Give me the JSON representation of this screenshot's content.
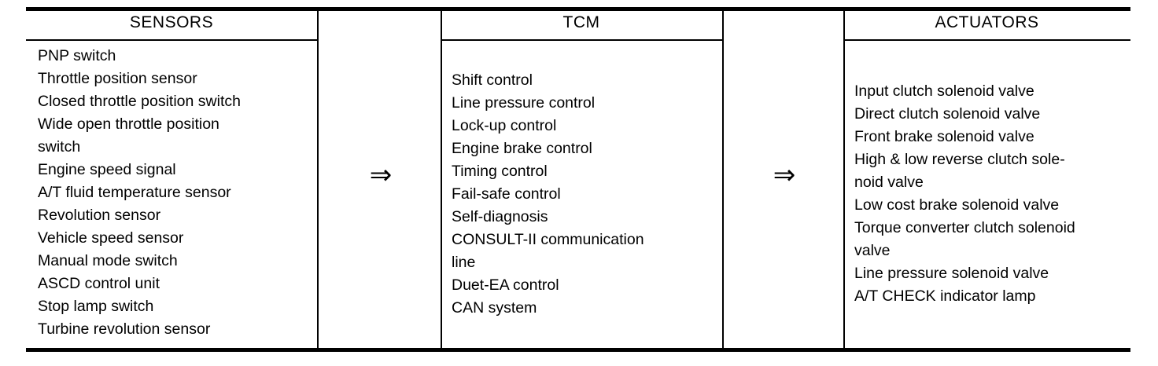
{
  "diagram": {
    "colors": {
      "background": "#ffffff",
      "line": "#000000",
      "text": "#000000"
    },
    "arrow": {
      "glyph": "⇒"
    },
    "sensors": {
      "header": "SENSORS",
      "items": [
        "PNP switch",
        "Throttle position sensor",
        "Closed throttle position switch",
        "Wide open throttle position\nswitch",
        "Engine speed signal",
        "A/T fluid temperature sensor",
        "Revolution sensor",
        "Vehicle speed sensor",
        "Manual mode switch",
        "ASCD control unit",
        "Stop lamp switch",
        "Turbine revolution sensor"
      ]
    },
    "tcm": {
      "header": "TCM",
      "items": [
        "Shift control",
        "Line pressure control",
        "Lock-up control",
        "Engine brake control",
        "Timing control",
        "Fail-safe control",
        "Self-diagnosis",
        "CONSULT-II communication\nline",
        "Duet-EA control",
        "CAN system"
      ]
    },
    "actuators": {
      "header": "ACTUATORS",
      "items": [
        "Input clutch solenoid valve",
        "Direct clutch solenoid valve",
        "Front brake solenoid valve",
        "High & low reverse clutch sole-\nnoid valve",
        "Low cost brake solenoid valve",
        "Torque converter clutch solenoid\nvalve",
        "Line pressure solenoid valve",
        "A/T CHECK indicator lamp"
      ]
    }
  }
}
